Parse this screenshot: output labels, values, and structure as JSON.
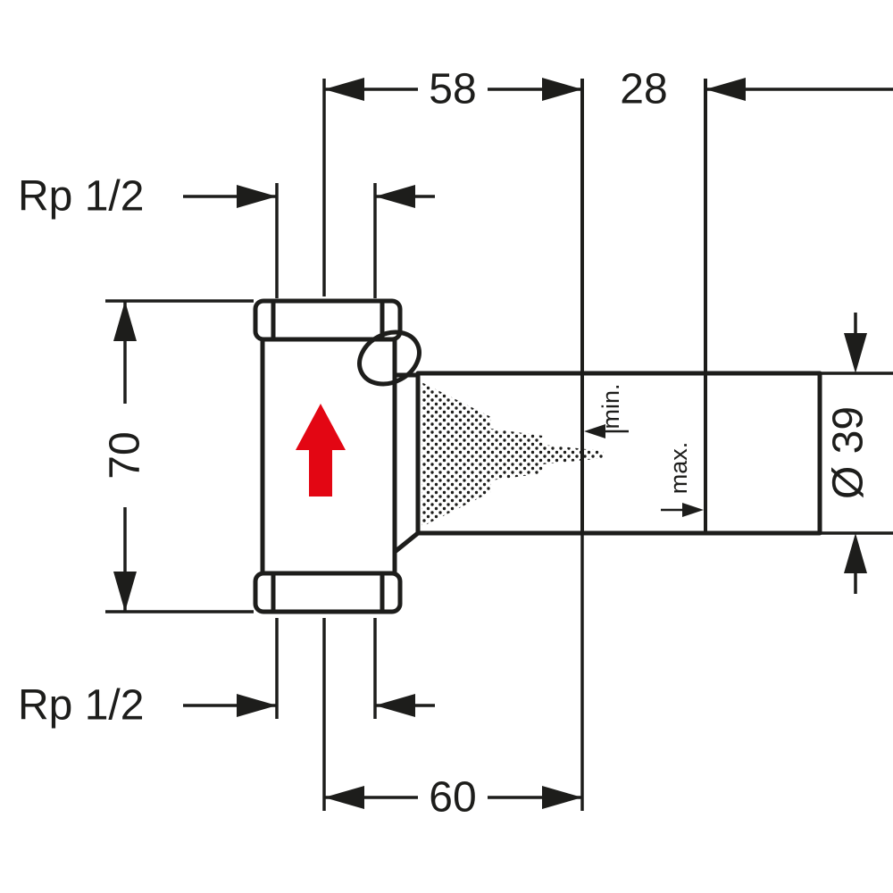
{
  "drawing": {
    "colors": {
      "line": "#1d1d1b",
      "flow_arrow": "#e30613",
      "background": "#ffffff"
    },
    "dimensions": {
      "width_top": "58",
      "offset_top": "28",
      "height_left": "70",
      "width_bottom": "60",
      "diameter_right": "Ø 39"
    },
    "threads": {
      "top": "Rp 1/2",
      "bottom": "Rp 1/2"
    },
    "depth_markers": {
      "min": "min.",
      "max": "max."
    }
  }
}
